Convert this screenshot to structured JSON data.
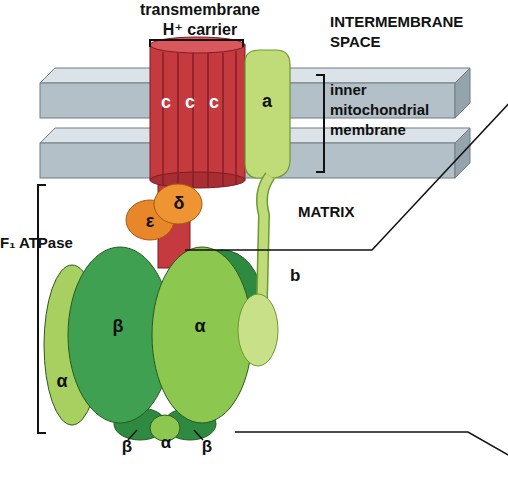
{
  "diagram": {
    "nodes": [
      {
        "text": [
          "c"
        ]
      },
      {
        "text": [
          "c"
        ]
      },
      {
        "text": [
          "c"
        ]
      },
      {
        "text": [
          "a"
        ]
      },
      {
        "text": [
          "ε"
        ]
      },
      {
        "text": [
          "δ"
        ]
      },
      {
        "text": [
          "β"
        ]
      },
      {
        "text": [
          "α"
        ]
      },
      {
        "text": [
          "α"
        ]
      }
    ],
    "labels": [
      "transmembrane H⁺ carrier",
      "INTERMEMBRANE SPACE",
      "inner mitochondrial membrane",
      "MATRIX",
      "F₁ ATPase",
      "b",
      "β",
      "α",
      "β"
    ]
  }
}
